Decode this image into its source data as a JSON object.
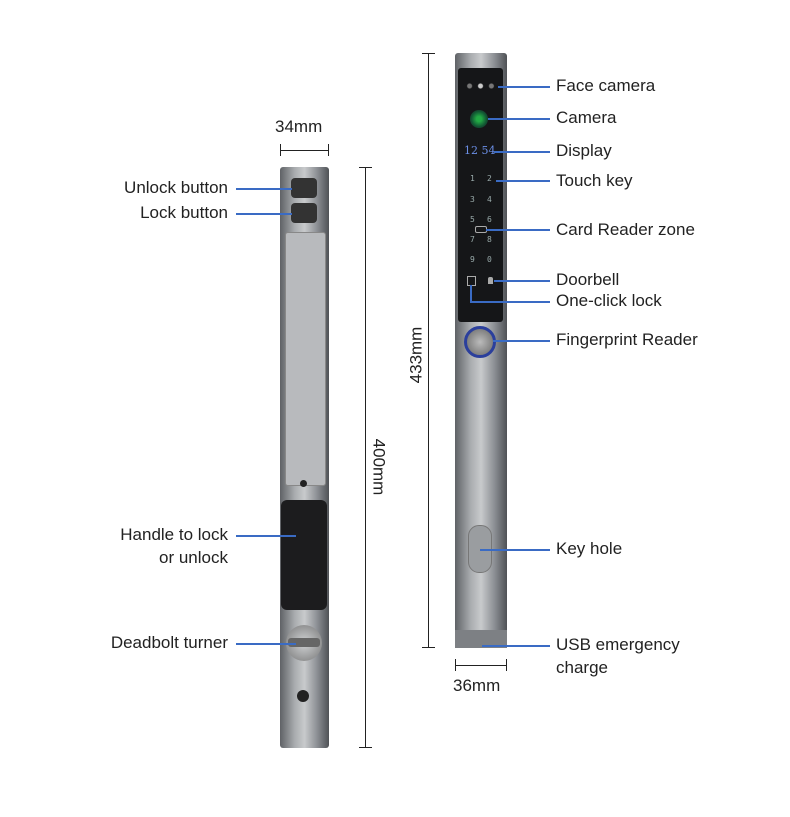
{
  "dimensions": {
    "left_width": "34mm",
    "left_height": "400mm",
    "right_width": "36mm",
    "right_height": "433mm"
  },
  "left_labels": {
    "unlock": "Unlock button",
    "lock": "Lock button",
    "handle_1": "Handle to lock",
    "handle_2": "or unlock",
    "deadbolt": "Deadbolt turner"
  },
  "right_labels": {
    "face_camera": "Face camera",
    "camera": "Camera",
    "display": "Display",
    "touch_key": "Touch key",
    "card_reader": "Card Reader zone",
    "doorbell": "Doorbell",
    "one_click": "One-click lock",
    "fingerprint": "Fingerprint Reader",
    "key_hole": "Key hole",
    "usb_1": "USB emergency",
    "usb_2": "charge"
  },
  "screen": {
    "time": "12 54",
    "keys": [
      "1",
      "2",
      "3",
      "4",
      "5",
      "6",
      "7",
      "8",
      "9",
      "0"
    ]
  },
  "colors": {
    "callout": "#3a6bc4"
  }
}
